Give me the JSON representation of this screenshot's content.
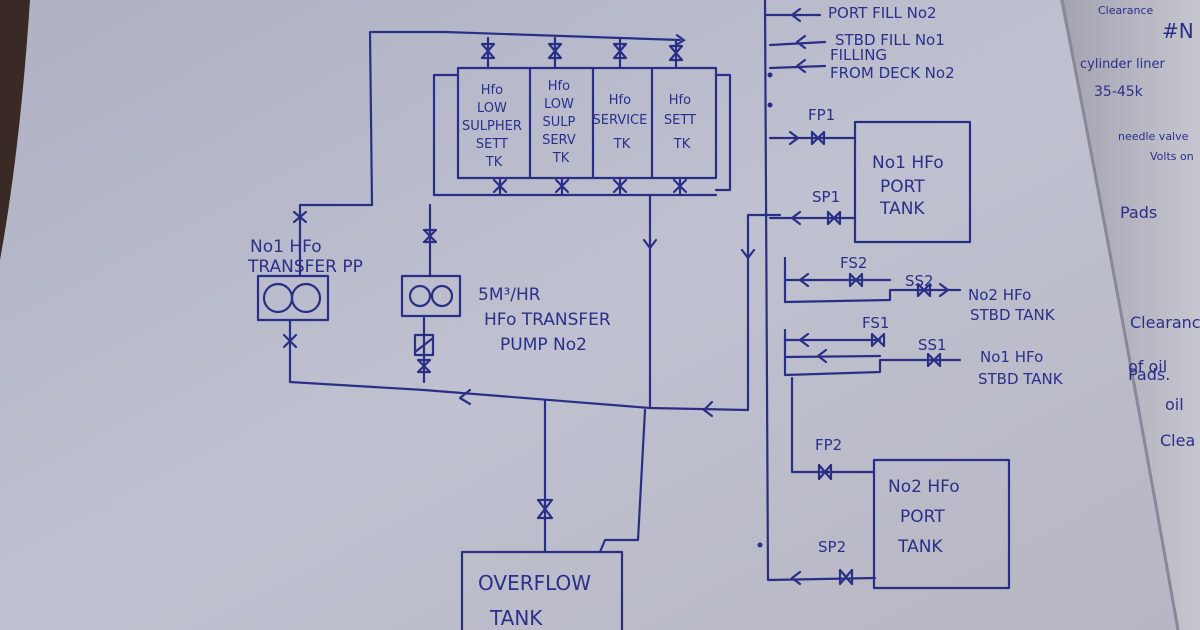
{
  "tanks": {
    "low_sulpher_sett": [
      "Hfo",
      "LOW",
      "SULPHER",
      "SETT",
      "TK"
    ],
    "low_sulp_serv": [
      "Hfo",
      "LOW",
      "SULP",
      "SERV",
      "TK"
    ],
    "service": [
      "Hfo",
      "SERVICE",
      "TK"
    ],
    "sett": [
      "Hfo",
      "SETT",
      "TK"
    ],
    "no1_port": [
      "No1 HFo",
      "PORT",
      "TANK"
    ],
    "no2_port": [
      "No2 HFo",
      "PORT",
      "TANK"
    ],
    "overflow": [
      "OVERFLOW",
      "TANK"
    ]
  },
  "pumps": {
    "no1": [
      "No1 HFo",
      "TRANSFER PP"
    ],
    "no2": [
      "5M³/HR",
      "HFo TRANSFER",
      "PUMP No2"
    ]
  },
  "fill_lines": [
    "PORT FILL No2",
    "STBD FILL No1",
    "FILLING",
    "FROM DECK No2"
  ],
  "valves": {
    "fp1": "FP1",
    "sp1": "SP1",
    "fs2": "FS2",
    "ss2": "SS2",
    "fs1": "FS1",
    "ss1": "SS1",
    "fp2": "FP2",
    "sp2": "SP2"
  },
  "stbd_tanks": {
    "no2": [
      "No2 HFo",
      "STBD TANK"
    ],
    "no1": [
      "No1 HFo",
      "STBD TANK"
    ]
  },
  "right_page": [
    "Clearance",
    "#N",
    "cylinder liner",
    "35-45k",
    "needle valve",
    "Volts on",
    "Pads",
    "Pads.",
    "Clearance",
    "of oil",
    "oil",
    "Clea"
  ]
}
